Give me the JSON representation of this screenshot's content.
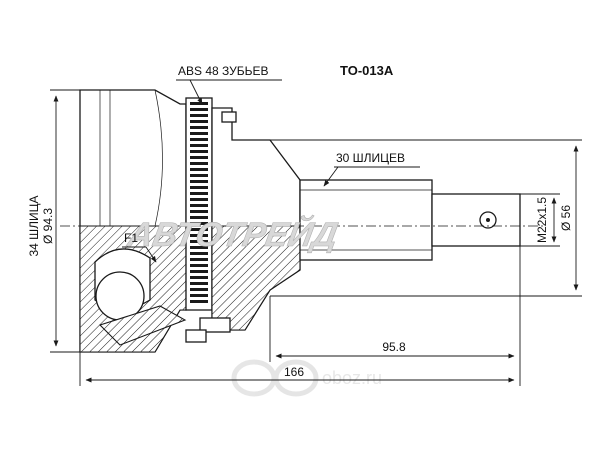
{
  "part_number": "TO-013A",
  "labels": {
    "abs": "ABS 48 ЗУБЬЕВ",
    "spline_outer": "30 ШЛИЦЕВ",
    "spline_inner": "34 ШЛИЦА",
    "diameter_housing": "Ø 94.3",
    "diameter_seat": "Ø 56",
    "thread": "M22x1.5",
    "length_total": "166",
    "length_stem": "95.8",
    "detail": "F1"
  },
  "watermarks": {
    "brand": "АВТОТРЕЙД",
    "site": "oboz.ru"
  },
  "colors": {
    "line": "#1a1a1a",
    "watermark": "#d8d8d8",
    "logo": "#e5e5e5"
  }
}
